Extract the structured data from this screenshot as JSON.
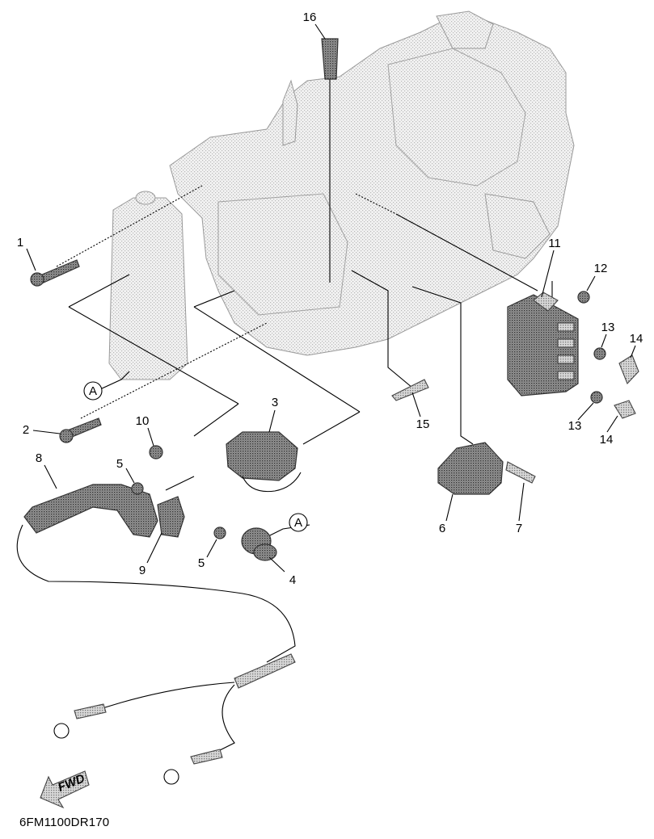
{
  "diagram": {
    "drawing_code": "6FM1100DR170",
    "fwd_mark": "FWD",
    "callouts": [
      {
        "id": "c1",
        "text": "1"
      },
      {
        "id": "c2",
        "text": "2"
      },
      {
        "id": "c3",
        "text": "3"
      },
      {
        "id": "c4",
        "text": "4"
      },
      {
        "id": "c5a",
        "text": "5"
      },
      {
        "id": "c5b",
        "text": "5"
      },
      {
        "id": "c6",
        "text": "6"
      },
      {
        "id": "c7",
        "text": "7"
      },
      {
        "id": "c8",
        "text": "8"
      },
      {
        "id": "c9",
        "text": "9"
      },
      {
        "id": "c10",
        "text": "10"
      },
      {
        "id": "c11",
        "text": "11"
      },
      {
        "id": "c12",
        "text": "12"
      },
      {
        "id": "c13a",
        "text": "13"
      },
      {
        "id": "c13b",
        "text": "13"
      },
      {
        "id": "c14a",
        "text": "14"
      },
      {
        "id": "c14b",
        "text": "14"
      },
      {
        "id": "c15",
        "text": "15"
      },
      {
        "id": "c16",
        "text": "16"
      }
    ],
    "ref_marks": [
      {
        "id": "ra1",
        "text": "A"
      },
      {
        "id": "ra2",
        "text": "A"
      }
    ]
  }
}
